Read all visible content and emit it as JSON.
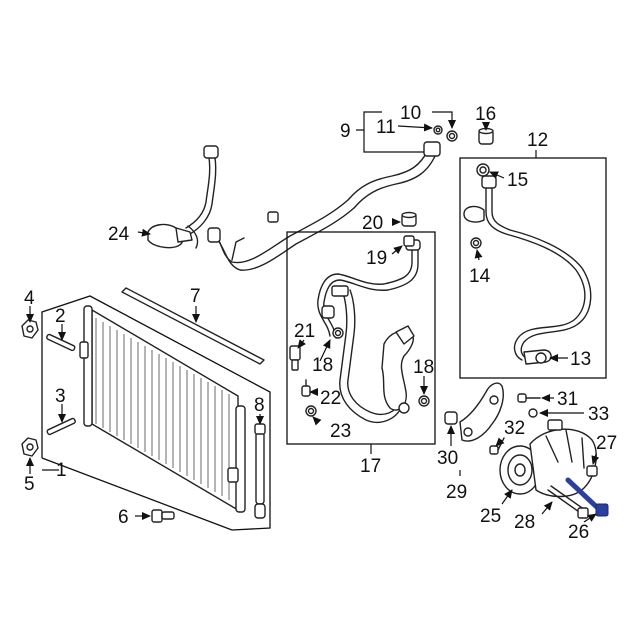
{
  "colors": {
    "line": "#222222",
    "highlight": "#2b3f9e",
    "background": "#ffffff"
  },
  "callouts": {
    "c1": "1",
    "c2": "2",
    "c3": "3",
    "c4": "4",
    "c5": "5",
    "c6": "6",
    "c7": "7",
    "c8": "8",
    "c9": "9",
    "c10": "10",
    "c11": "11",
    "c12": "12",
    "c13": "13",
    "c14": "14",
    "c15": "15",
    "c16": "16",
    "c17": "17",
    "c18a": "18",
    "c18b": "18",
    "c19": "19",
    "c20": "20",
    "c21": "21",
    "c22": "22",
    "c23": "23",
    "c24": "24",
    "c25": "25",
    "c26": "26",
    "c27": "27",
    "c28": "28",
    "c29": "29",
    "c30": "30",
    "c31": "31",
    "c32": "32",
    "c33": "33"
  }
}
